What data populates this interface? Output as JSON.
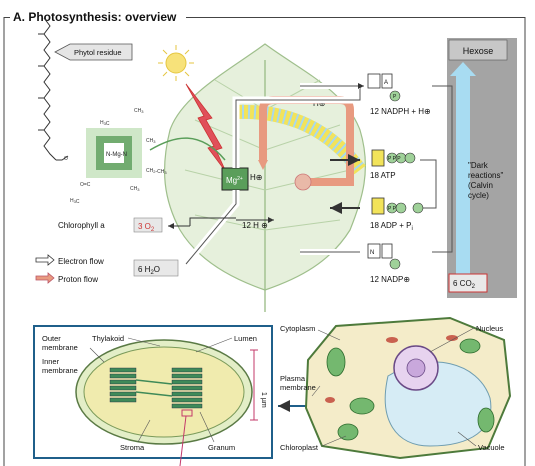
{
  "header": {
    "title": "A. Photosynthesis: overview"
  },
  "labels": {
    "phytol": "Phytol residue",
    "chlorophyll": "Chlorophyll a",
    "mg": "Mg",
    "mg_sup": "2+",
    "h_plus_top": "H⊕",
    "h_plus_mid": "H⊕",
    "twelve_h": "12 H ⊕",
    "o2_a": "3 O",
    "o2_sub": "2",
    "h2o_a": "6 H",
    "h2o_sub": "2",
    "h2o_b": "O",
    "nadph": "12 NADPH + H⊕",
    "atp": "18 ATP",
    "adp": "18 ADP + P",
    "adp_sub": "i",
    "nadp": "12 NADP⊕",
    "hexose": "Hexose",
    "dark_1": "\"Dark",
    "dark_2": "reactions\"",
    "dark_3": "(Calvin",
    "dark_4": "cycle)",
    "co2_a": "6 CO",
    "co2_sub": "2",
    "p_letter": "P",
    "n_letter": "N",
    "a_letter": "A",
    "ppp": "P P P",
    "pp": "P P"
  },
  "legend": {
    "electron_flow": "Electron flow",
    "proton_flow": "Proton flow"
  },
  "chloroplast": {
    "outer_1": "Outer",
    "outer_2": "membrane",
    "inner_1": "Inner",
    "inner_2": "membrane",
    "thylakoid": "Thylakoid",
    "lumen": "Lumen",
    "stroma": "Stroma",
    "granum": "Granum",
    "scale": "1 µm"
  },
  "cell": {
    "cytoplasm": "Cytoplasm",
    "nucleus": "Nucleus",
    "plasma_1": "Plasma",
    "plasma_2": "membrane",
    "chloroplast": "Chloroplast",
    "vacuole": "Vacuole"
  },
  "colors": {
    "green": "#5a9e5a",
    "yellow": "#f2e35a",
    "proton": "#e89a80",
    "grey_panel": "#9a9a9a",
    "blue_arrow": "#9fd3ef",
    "box_border": "#1f5f8a"
  }
}
